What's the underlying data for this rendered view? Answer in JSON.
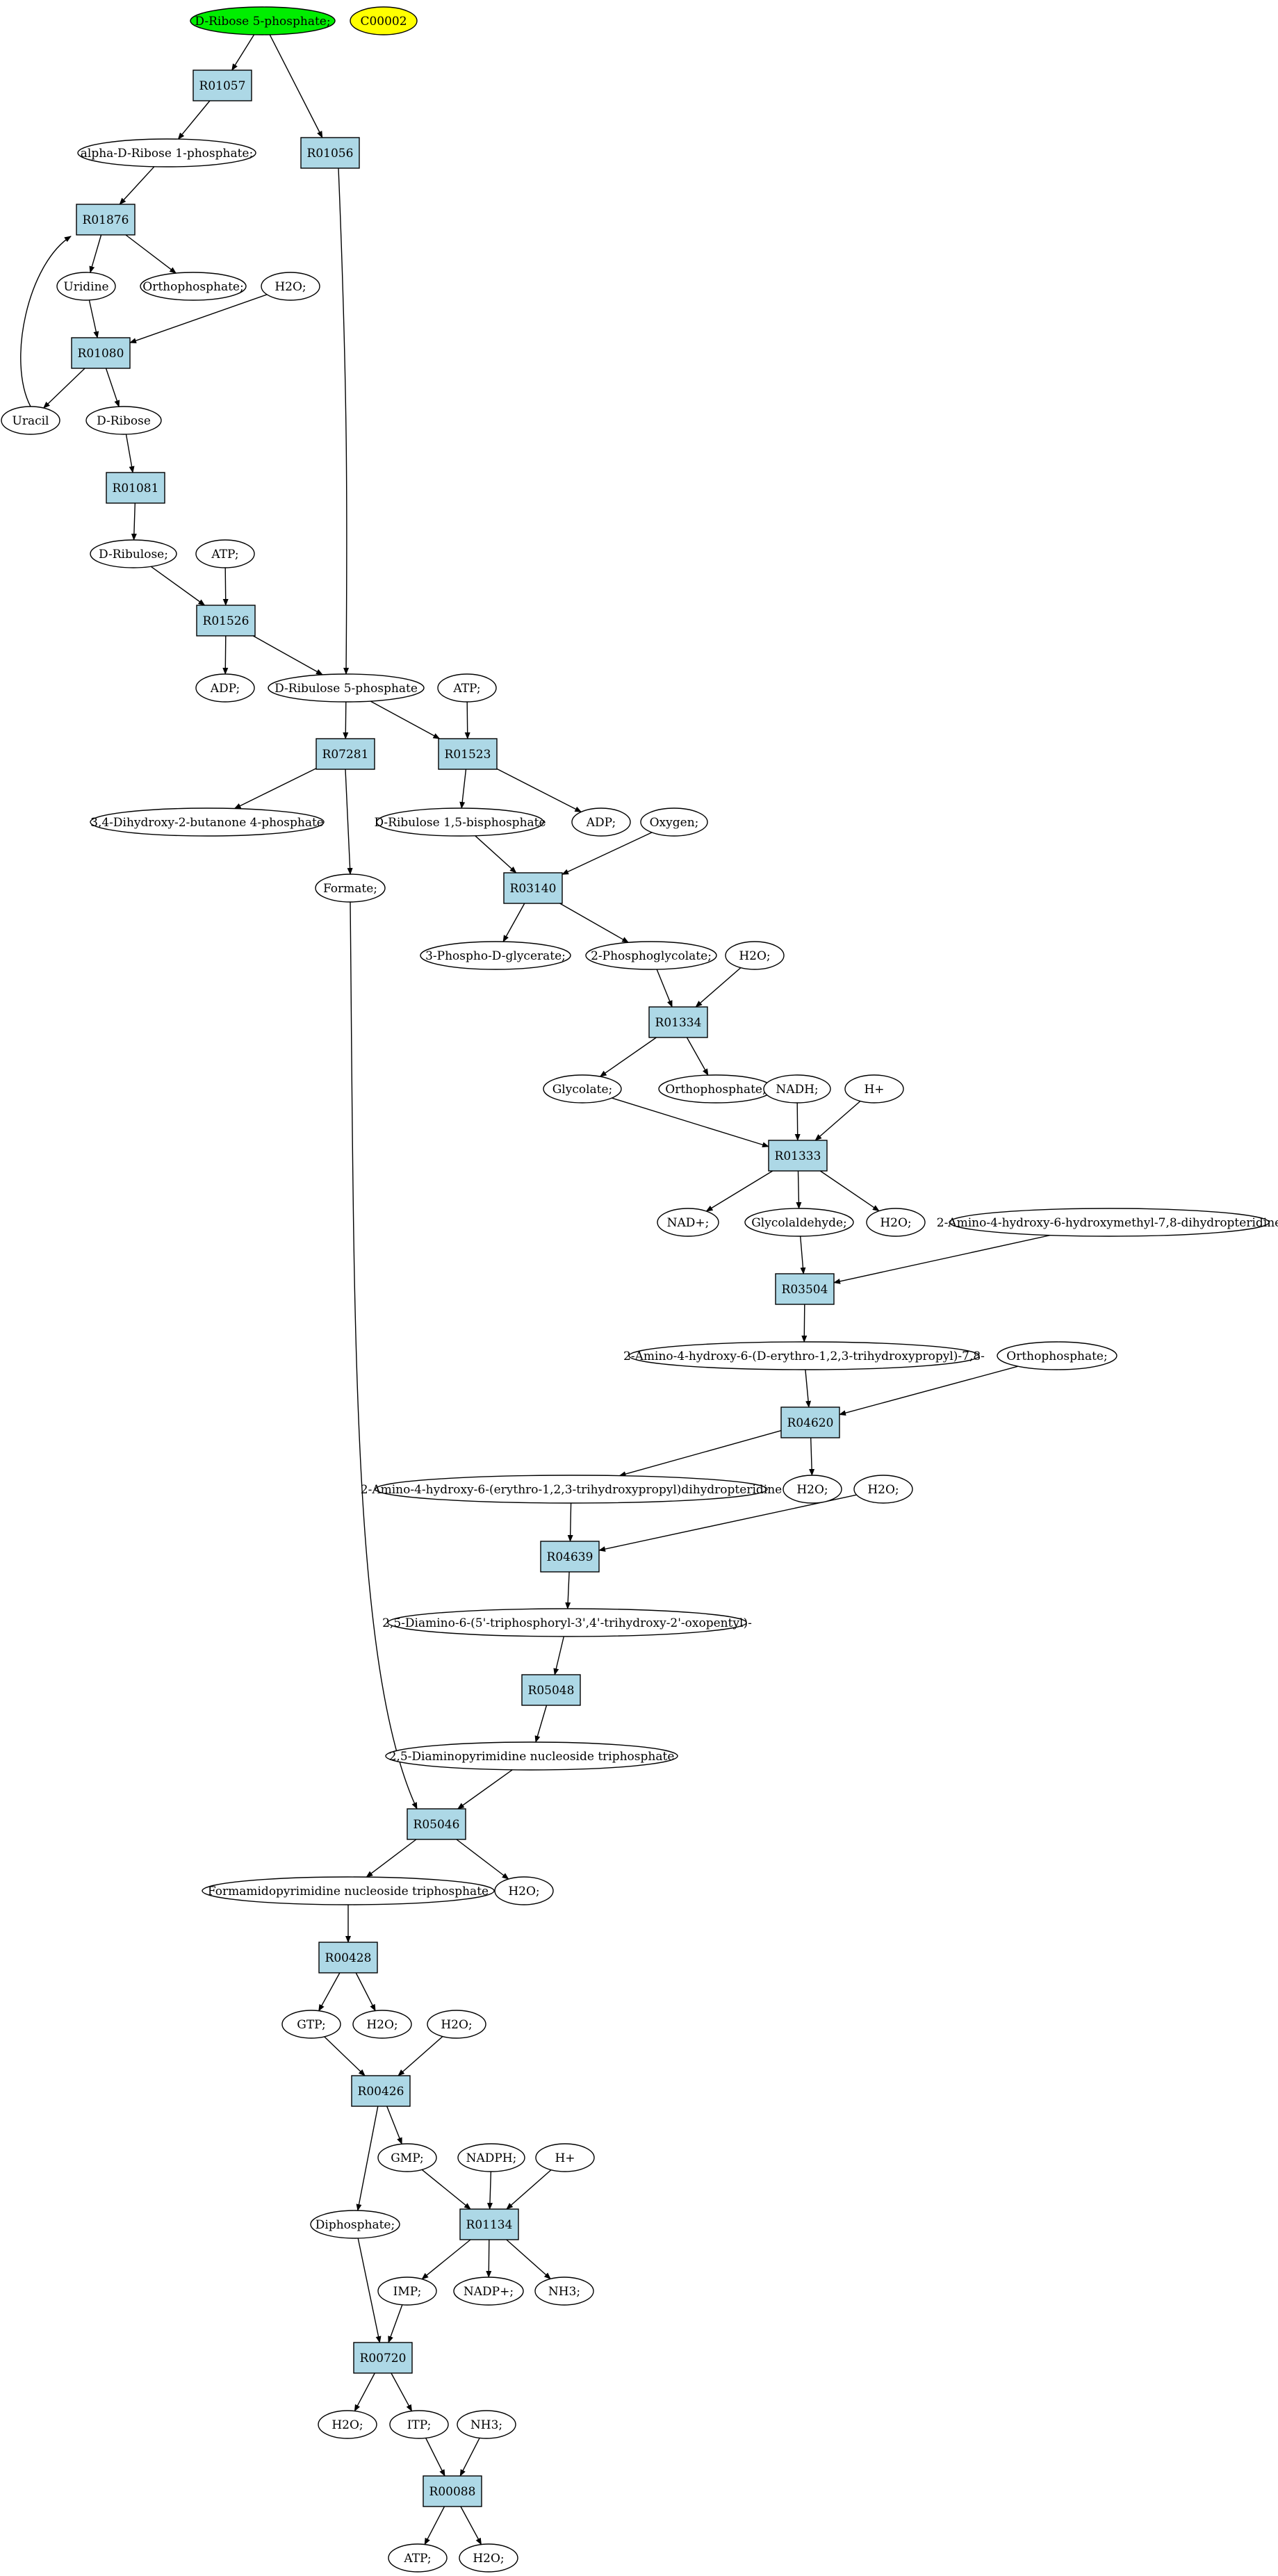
{
  "colors": {
    "reaction_fill": "#add8e6",
    "compound_fill": "#ffffff",
    "start_fill": "#00ee00",
    "query_fill": "#ffff00",
    "stroke": "#000000"
  },
  "nodes": [
    {
      "id": "n1",
      "kind": "compound",
      "label": "D-Ribose 5-phosphate;",
      "fill": "#00ee00"
    },
    {
      "id": "n2",
      "kind": "compound",
      "label": "C00002",
      "fill": "#ffff00"
    },
    {
      "id": "r1",
      "kind": "reaction",
      "label": "R01057"
    },
    {
      "id": "r2",
      "kind": "reaction",
      "label": "R01056"
    },
    {
      "id": "c1",
      "kind": "compound",
      "label": "alpha-D-Ribose 1-phosphate;"
    },
    {
      "id": "r3",
      "kind": "reaction",
      "label": "R01876"
    },
    {
      "id": "c2",
      "kind": "compound",
      "label": "Uridine"
    },
    {
      "id": "c3",
      "kind": "compound",
      "label": "Orthophosphate;"
    },
    {
      "id": "c4",
      "kind": "compound",
      "label": "H2O;"
    },
    {
      "id": "r4",
      "kind": "reaction",
      "label": "R01080"
    },
    {
      "id": "c5",
      "kind": "compound",
      "label": "Uracil"
    },
    {
      "id": "c6",
      "kind": "compound",
      "label": "D-Ribose"
    },
    {
      "id": "r5",
      "kind": "reaction",
      "label": "R01081"
    },
    {
      "id": "c7",
      "kind": "compound",
      "label": "D-Ribulose;"
    },
    {
      "id": "c8",
      "kind": "compound",
      "label": "ATP;"
    },
    {
      "id": "r6",
      "kind": "reaction",
      "label": "R01526"
    },
    {
      "id": "c9",
      "kind": "compound",
      "label": "ADP;"
    },
    {
      "id": "c10",
      "kind": "compound",
      "label": "D-Ribulose 5-phosphate"
    },
    {
      "id": "c11",
      "kind": "compound",
      "label": "ATP;"
    },
    {
      "id": "r7",
      "kind": "reaction",
      "label": "R07281"
    },
    {
      "id": "r8",
      "kind": "reaction",
      "label": "R01523"
    },
    {
      "id": "c12",
      "kind": "compound",
      "label": "3,4-Dihydroxy-2-butanone 4-phosphate"
    },
    {
      "id": "c13",
      "kind": "compound",
      "label": "D-Ribulose 1,5-bisphosphate"
    },
    {
      "id": "c14",
      "kind": "compound",
      "label": "ADP;"
    },
    {
      "id": "c15",
      "kind": "compound",
      "label": "Oxygen;"
    },
    {
      "id": "c16",
      "kind": "compound",
      "label": "Formate;"
    },
    {
      "id": "r9",
      "kind": "reaction",
      "label": "R03140"
    },
    {
      "id": "c17",
      "kind": "compound",
      "label": "3-Phospho-D-glycerate;"
    },
    {
      "id": "c18",
      "kind": "compound",
      "label": "2-Phosphoglycolate;"
    },
    {
      "id": "c19",
      "kind": "compound",
      "label": "H2O;"
    },
    {
      "id": "r10",
      "kind": "reaction",
      "label": "R01334"
    },
    {
      "id": "c20",
      "kind": "compound",
      "label": "Glycolate;"
    },
    {
      "id": "c21",
      "kind": "compound",
      "label": "Orthophosphate;"
    },
    {
      "id": "c22",
      "kind": "compound",
      "label": "NADH;"
    },
    {
      "id": "c23",
      "kind": "compound",
      "label": "H+"
    },
    {
      "id": "r11",
      "kind": "reaction",
      "label": "R01333"
    },
    {
      "id": "c24",
      "kind": "compound",
      "label": "NAD+;"
    },
    {
      "id": "c25",
      "kind": "compound",
      "label": "Glycolaldehyde;"
    },
    {
      "id": "c26",
      "kind": "compound",
      "label": "H2O;"
    },
    {
      "id": "c27",
      "kind": "compound",
      "label": "2-Amino-4-hydroxy-6-hydroxymethyl-7,8-dihydropteridine"
    },
    {
      "id": "r12",
      "kind": "reaction",
      "label": "R03504"
    },
    {
      "id": "c28",
      "kind": "compound",
      "label": "2-Amino-4-hydroxy-6-(D-erythro-1,2,3-trihydroxypropyl)-7,8-"
    },
    {
      "id": "c29",
      "kind": "compound",
      "label": "Orthophosphate;"
    },
    {
      "id": "r13",
      "kind": "reaction",
      "label": "R04620"
    },
    {
      "id": "c30",
      "kind": "compound",
      "label": "2-Amino-4-hydroxy-6-(erythro-1,2,3-trihydroxypropyl)dihydropteridine"
    },
    {
      "id": "c31",
      "kind": "compound",
      "label": "H2O;"
    },
    {
      "id": "c32",
      "kind": "compound",
      "label": "H2O;"
    },
    {
      "id": "r14",
      "kind": "reaction",
      "label": "R04639"
    },
    {
      "id": "c33",
      "kind": "compound",
      "label": "2,5-Diamino-6-(5'-triphosphoryl-3',4'-trihydroxy-2'-oxopentyl)-"
    },
    {
      "id": "r15",
      "kind": "reaction",
      "label": "R05048"
    },
    {
      "id": "c34",
      "kind": "compound",
      "label": "2,5-Diaminopyrimidine nucleoside triphosphate"
    },
    {
      "id": "r16",
      "kind": "reaction",
      "label": "R05046"
    },
    {
      "id": "c35",
      "kind": "compound",
      "label": "Formamidopyrimidine nucleoside triphosphate"
    },
    {
      "id": "c36",
      "kind": "compound",
      "label": "H2O;"
    },
    {
      "id": "r17",
      "kind": "reaction",
      "label": "R00428"
    },
    {
      "id": "c37",
      "kind": "compound",
      "label": "GTP;"
    },
    {
      "id": "c38",
      "kind": "compound",
      "label": "H2O;"
    },
    {
      "id": "c39",
      "kind": "compound",
      "label": "H2O;"
    },
    {
      "id": "r18",
      "kind": "reaction",
      "label": "R00426"
    },
    {
      "id": "c40",
      "kind": "compound",
      "label": "GMP;"
    },
    {
      "id": "c41",
      "kind": "compound",
      "label": "NADPH;"
    },
    {
      "id": "c42",
      "kind": "compound",
      "label": "H+"
    },
    {
      "id": "c43",
      "kind": "compound",
      "label": "Diphosphate;"
    },
    {
      "id": "r19",
      "kind": "reaction",
      "label": "R01134"
    },
    {
      "id": "c44",
      "kind": "compound",
      "label": "IMP;"
    },
    {
      "id": "c45",
      "kind": "compound",
      "label": "NADP+;"
    },
    {
      "id": "c46",
      "kind": "compound",
      "label": "NH3;"
    },
    {
      "id": "r20",
      "kind": "reaction",
      "label": "R00720"
    },
    {
      "id": "c47",
      "kind": "compound",
      "label": "H2O;"
    },
    {
      "id": "c48",
      "kind": "compound",
      "label": "ITP;"
    },
    {
      "id": "c49",
      "kind": "compound",
      "label": "NH3;"
    },
    {
      "id": "r21",
      "kind": "reaction",
      "label": "R00088"
    },
    {
      "id": "c50",
      "kind": "compound",
      "label": "ATP;"
    },
    {
      "id": "c51",
      "kind": "compound",
      "label": "H2O;"
    }
  ],
  "edges": [
    [
      "n1",
      "r1"
    ],
    [
      "n1",
      "r2"
    ],
    [
      "r1",
      "c1"
    ],
    [
      "c1",
      "r3"
    ],
    [
      "r3",
      "c2"
    ],
    [
      "r3",
      "c3"
    ],
    [
      "c2",
      "r4"
    ],
    [
      "c4",
      "r4"
    ],
    [
      "r4",
      "c5"
    ],
    [
      "c5",
      "r3"
    ],
    [
      "r4",
      "c6"
    ],
    [
      "c6",
      "r5"
    ],
    [
      "r5",
      "c7"
    ],
    [
      "c7",
      "r6"
    ],
    [
      "c8",
      "r6"
    ],
    [
      "r6",
      "c9"
    ],
    [
      "r6",
      "c10"
    ],
    [
      "r2",
      "c10"
    ],
    [
      "c10",
      "r7"
    ],
    [
      "c10",
      "r8"
    ],
    [
      "c11",
      "r8"
    ],
    [
      "r7",
      "c12"
    ],
    [
      "r7",
      "c16"
    ],
    [
      "r8",
      "c13"
    ],
    [
      "r8",
      "c14"
    ],
    [
      "c13",
      "r9"
    ],
    [
      "c15",
      "r9"
    ],
    [
      "r9",
      "c17"
    ],
    [
      "r9",
      "c18"
    ],
    [
      "c18",
      "r10"
    ],
    [
      "c19",
      "r10"
    ],
    [
      "r10",
      "c20"
    ],
    [
      "r10",
      "c21"
    ],
    [
      "c20",
      "r11"
    ],
    [
      "c22",
      "r11"
    ],
    [
      "c23",
      "r11"
    ],
    [
      "r11",
      "c24"
    ],
    [
      "r11",
      "c25"
    ],
    [
      "r11",
      "c26"
    ],
    [
      "c25",
      "r12"
    ],
    [
      "c27",
      "r12"
    ],
    [
      "r12",
      "c28"
    ],
    [
      "c28",
      "r13"
    ],
    [
      "c29",
      "r13"
    ],
    [
      "r13",
      "c30"
    ],
    [
      "r13",
      "c31"
    ],
    [
      "c30",
      "r14"
    ],
    [
      "c32",
      "r14"
    ],
    [
      "r14",
      "c33"
    ],
    [
      "c33",
      "r15"
    ],
    [
      "r15",
      "c34"
    ],
    [
      "c34",
      "r16"
    ],
    [
      "c16",
      "r16"
    ],
    [
      "r16",
      "c35"
    ],
    [
      "r16",
      "c36"
    ],
    [
      "c35",
      "r17"
    ],
    [
      "r17",
      "c37"
    ],
    [
      "r17",
      "c38"
    ],
    [
      "c37",
      "r18"
    ],
    [
      "c39",
      "r18"
    ],
    [
      "r18",
      "c40"
    ],
    [
      "r18",
      "c43"
    ],
    [
      "c40",
      "r19"
    ],
    [
      "c41",
      "r19"
    ],
    [
      "c42",
      "r19"
    ],
    [
      "r19",
      "c44"
    ],
    [
      "r19",
      "c45"
    ],
    [
      "r19",
      "c46"
    ],
    [
      "c44",
      "r20"
    ],
    [
      "c43",
      "r20"
    ],
    [
      "r20",
      "c47"
    ],
    [
      "r20",
      "c48"
    ],
    [
      "c48",
      "r21"
    ],
    [
      "c49",
      "r21"
    ],
    [
      "r21",
      "c50"
    ],
    [
      "r21",
      "c51"
    ]
  ]
}
